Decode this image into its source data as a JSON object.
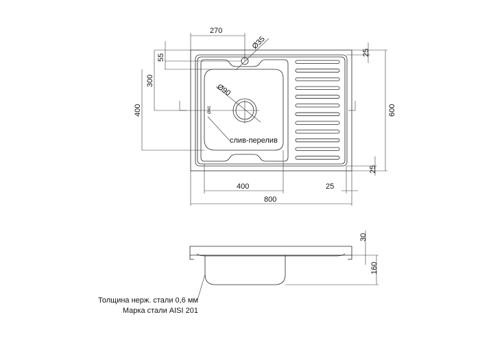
{
  "top_view": {
    "dims": {
      "d270": "270",
      "d35": "Ø35",
      "d55": "55",
      "d300": "300",
      "d400v": "400",
      "d90": "Ø90",
      "d40": "Ø40",
      "d600": "600",
      "d25_top": "25",
      "d25_bottom": "25",
      "d400h": "400",
      "d25_right": "25",
      "d800": "800"
    },
    "overflow_label": "слив-перелив",
    "drainboard_slots": 12
  },
  "side_view": {
    "dims": {
      "d30": "30",
      "d160": "160"
    },
    "note_thickness": "Толщина нерж. стали 0,6 мм",
    "note_grade": "Марка стали AISI 201"
  }
}
